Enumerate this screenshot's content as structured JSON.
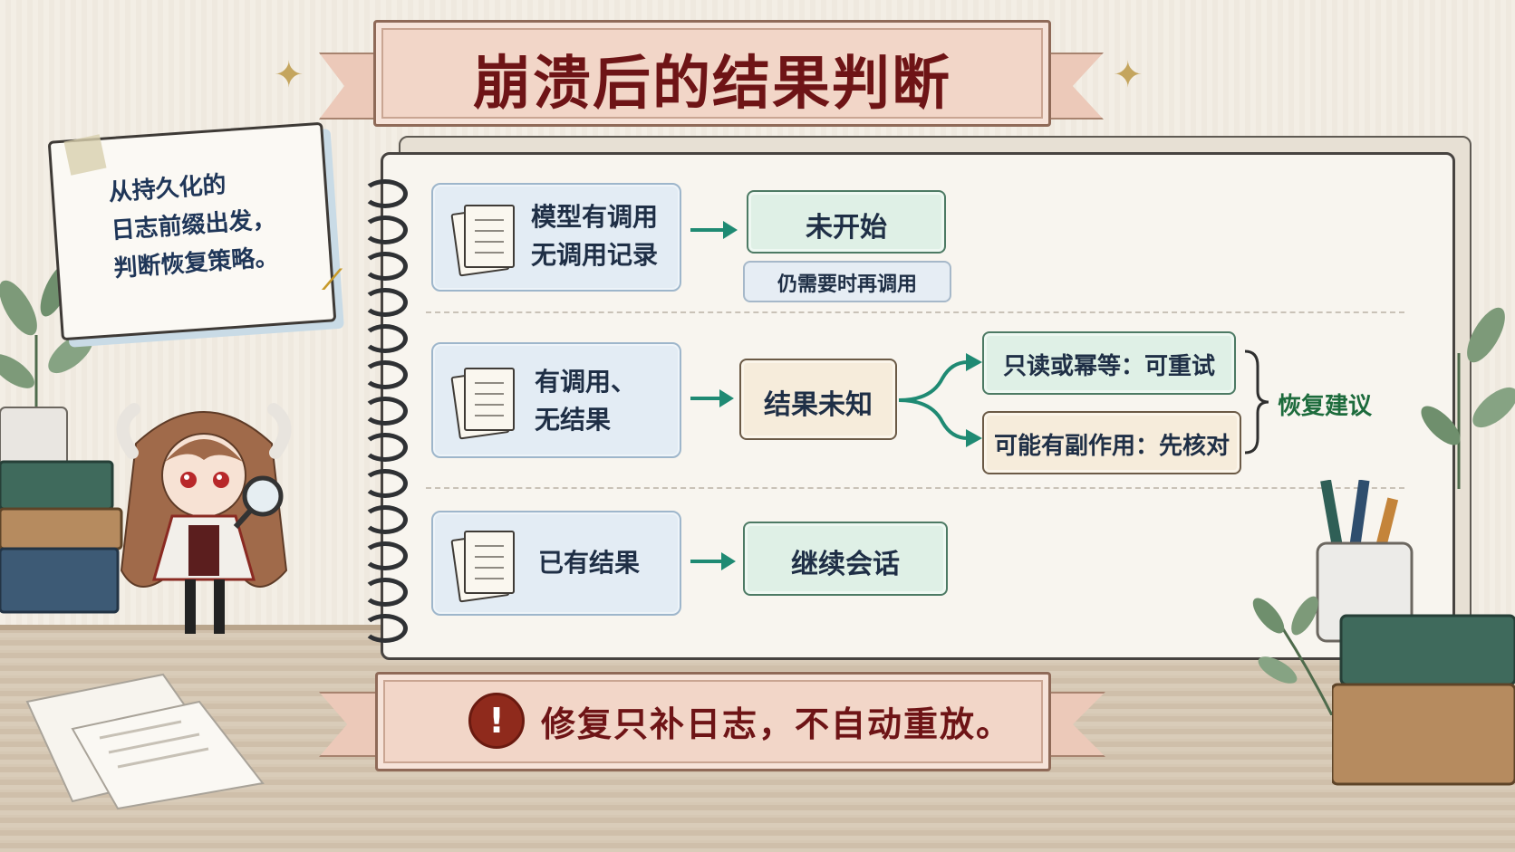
{
  "title": "崩溃后的结果判断",
  "note": {
    "lines": [
      "从持久化的",
      "日志前缀出发，",
      "判断恢复策略。"
    ]
  },
  "rows": [
    {
      "source_lines": [
        "模型有调用",
        "无调用记录"
      ],
      "result": "未开始",
      "subnote": "仍需要时再调用"
    },
    {
      "source_lines": [
        "有调用、",
        "无结果"
      ],
      "result": "结果未知",
      "branches": [
        "只读或幂等：可重试",
        "可能有副作用：先核对"
      ],
      "branch_group_label": "恢复建议"
    },
    {
      "source_lines": [
        "已有结果"
      ],
      "result": "继续会话"
    }
  ],
  "footer": {
    "icon": "exclamation-icon",
    "text": "修复只补日志，不自动重放。"
  },
  "colors": {
    "title_text": "#6e1416",
    "arrow": "#1f8a73",
    "green_box": "#dff0e6",
    "source_box": "#e3ecf4",
    "unknown_box": "#f6ecdb",
    "brace_label": "#1d6b3c"
  }
}
